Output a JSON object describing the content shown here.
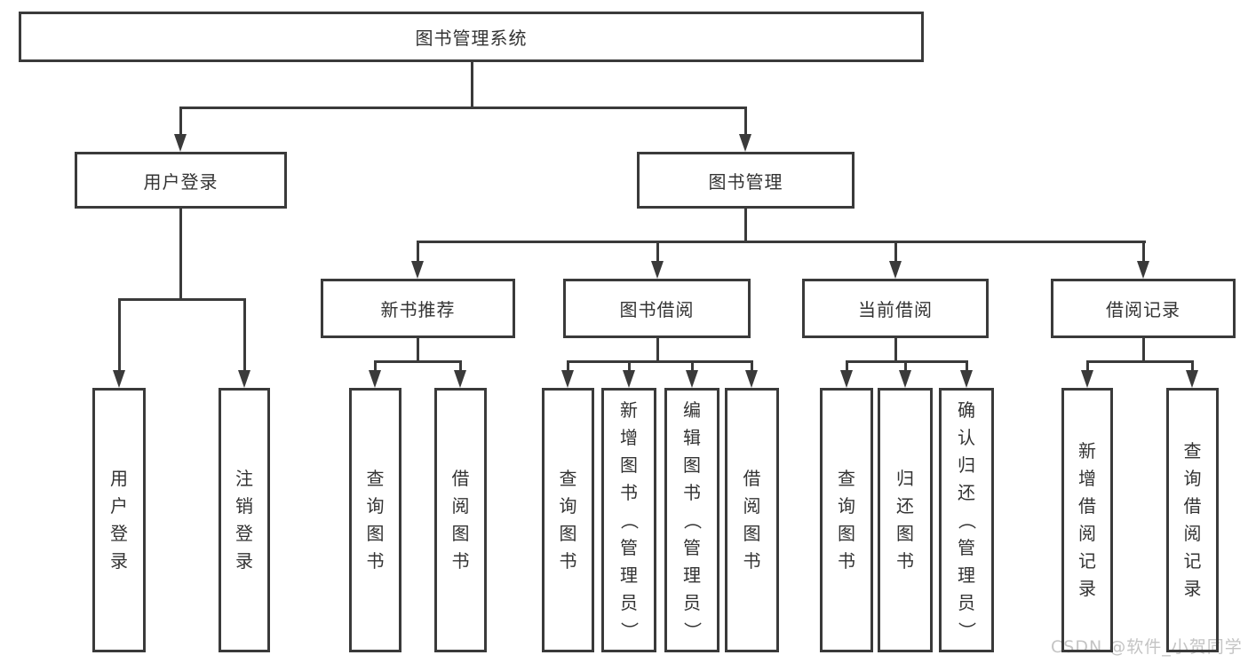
{
  "tree": {
    "label": "图书管理系统",
    "children": [
      {
        "label": "用户登录",
        "children": [
          {
            "label": "用户登录"
          },
          {
            "label": "注销登录"
          }
        ]
      },
      {
        "label": "图书管理",
        "children": [
          {
            "label": "新书推荐",
            "children": [
              {
                "label": "查询图书"
              },
              {
                "label": "借阅图书"
              }
            ]
          },
          {
            "label": "图书借阅",
            "children": [
              {
                "label": "查询图书"
              },
              {
                "label": "新增图书（管理员）"
              },
              {
                "label": "编辑图书（管理员）"
              },
              {
                "label": "借阅图书"
              }
            ]
          },
          {
            "label": "当前借阅",
            "children": [
              {
                "label": "查询图书"
              },
              {
                "label": "归还图书"
              },
              {
                "label": "确认归还（管理员）"
              }
            ]
          },
          {
            "label": "借阅记录",
            "children": [
              {
                "label": "新增借阅记录"
              },
              {
                "label": "查询借阅记录"
              }
            ]
          }
        ]
      }
    ]
  },
  "watermark": "CSDN @软件_小贺同学",
  "colors": {
    "line": "#3a3a3a",
    "text": "#333333",
    "watermark": "#c4c4c4",
    "background": "#ffffff"
  }
}
